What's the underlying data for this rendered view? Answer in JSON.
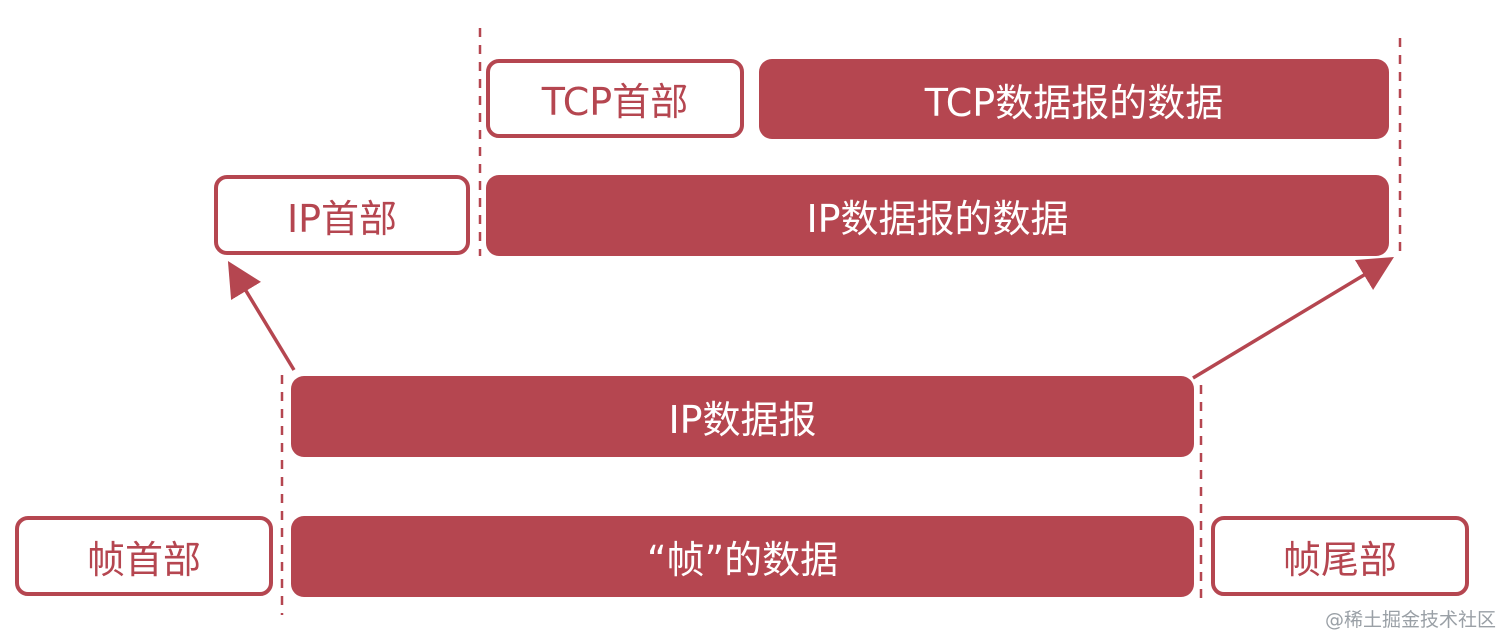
{
  "colors": {
    "accent": "#b54650",
    "background": "#ffffff",
    "text_on_accent": "#ffffff",
    "dashed_line": "#b54650"
  },
  "rows": {
    "tcp": {
      "header": "TCP首部",
      "data": "TCP数据报的数据"
    },
    "ip": {
      "header": "IP首部",
      "data": "IP数据报的数据"
    },
    "ip_datagram": {
      "label": "IP数据报"
    },
    "frame": {
      "header": "帧首部",
      "data": "“帧”的数据",
      "trailer": "帧尾部"
    }
  },
  "watermark": "@稀土掘金技术社区"
}
